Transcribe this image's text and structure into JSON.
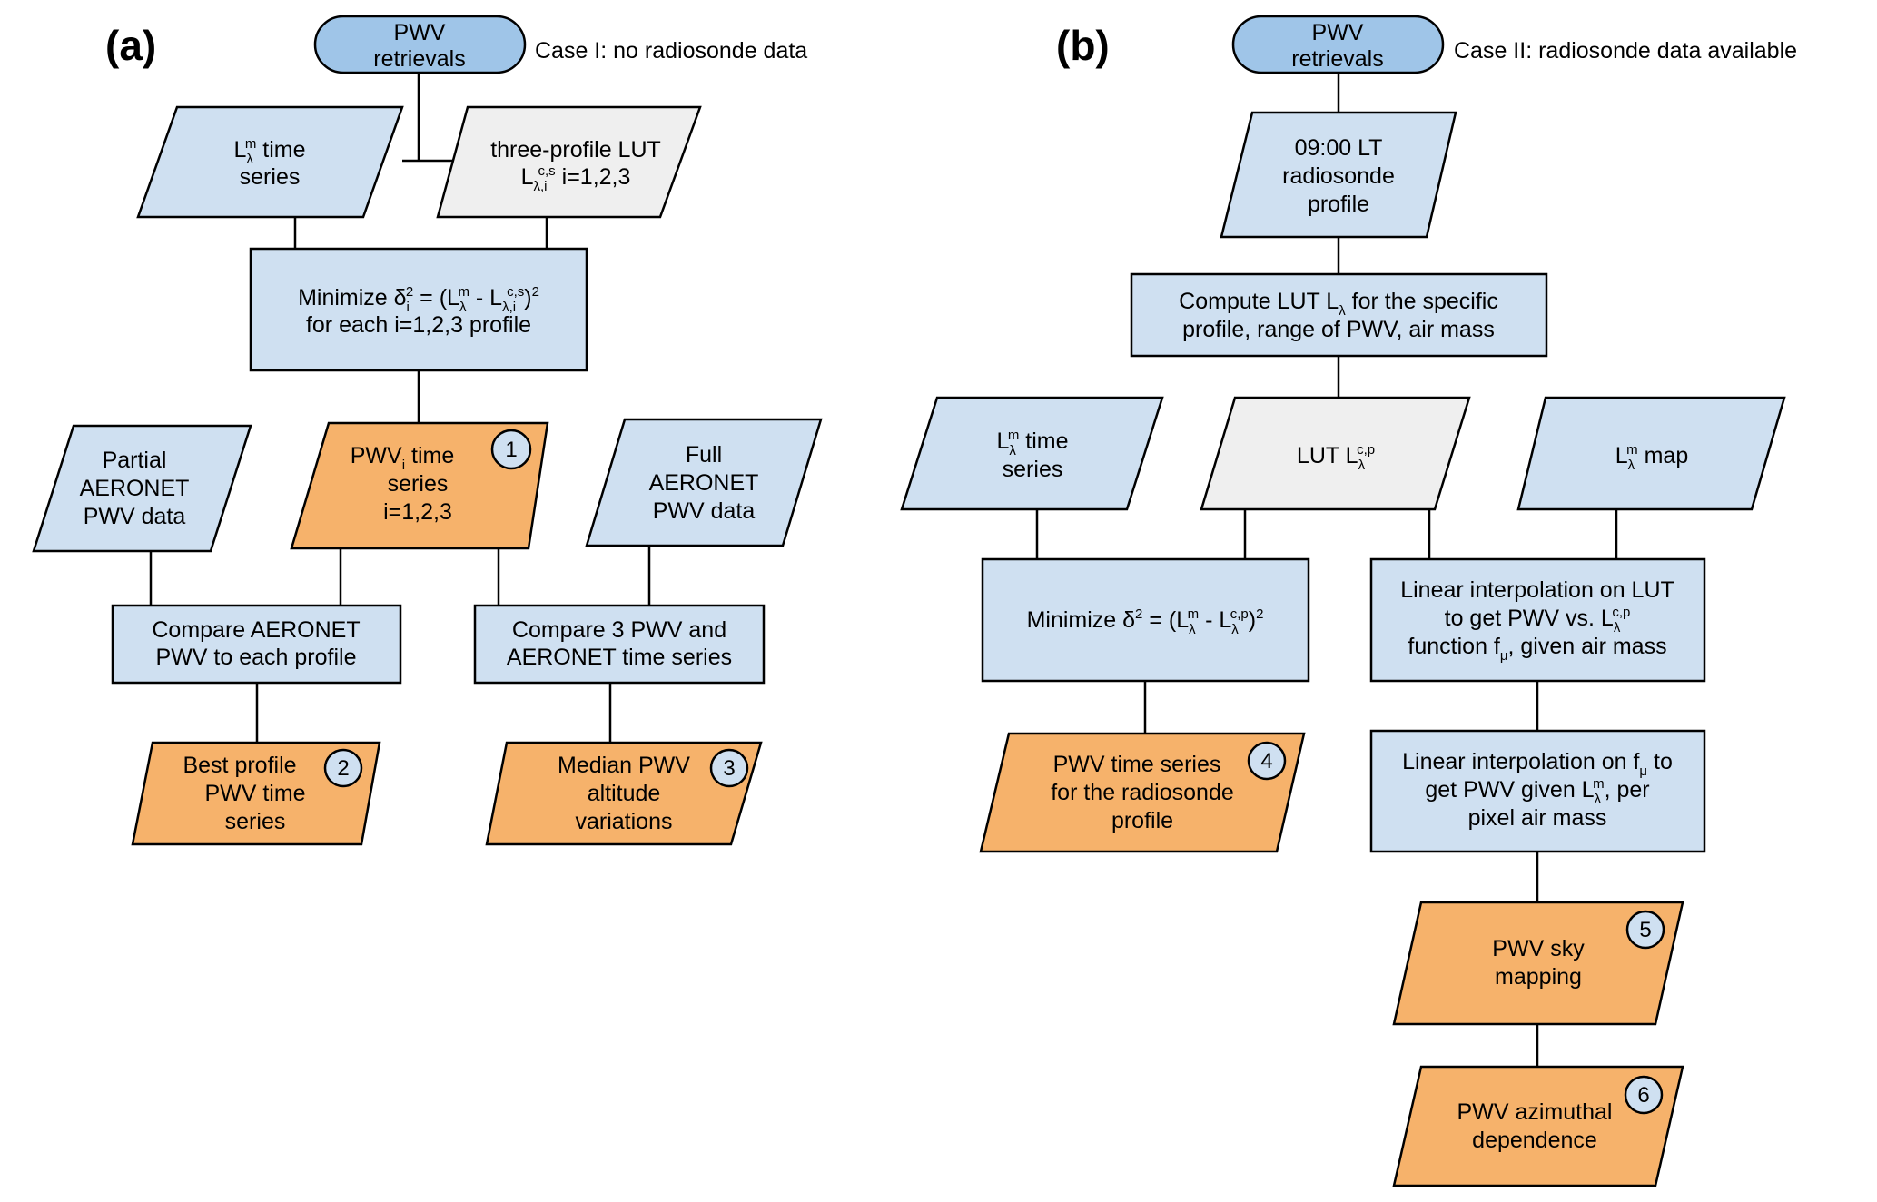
{
  "colors": {
    "input_blue": "#cfe0f1",
    "terminal_blue": "#9fc5e8",
    "lut_grey": "#efefef",
    "output_orange": "#f6b26b",
    "badge_fill": "#cfe0f1",
    "line": "#000000"
  },
  "panel_a": {
    "label": "(a)",
    "start": "PWV retrievals",
    "case_label": "Case I: no radiosonde data",
    "time_series": "time series",
    "lut": "three-profile LUT",
    "lut_index": "i=1,2,3",
    "minimize_tail": "for each i=1,2,3 profile",
    "pwv_i_head": "PWV",
    "pwv_i_tail": "time series i=1,2,3",
    "partial": "Partial AERONET PWV data",
    "full": "Full AERONET PWV data",
    "compare_aeronet": "Compare AERONET PWV to each profile",
    "compare_3": "Compare 3 PWV and AERONET time series",
    "best_profile": "Best profile PWV time series",
    "median": "Median PWV altitude variations"
  },
  "panel_b": {
    "label": "(b)",
    "start": "PWV retrievals",
    "case_label": "Case II: radiosonde data available",
    "radiosonde": "09:00 LT radiosonde profile",
    "compute_lut": "profile, range of PWV, air mass",
    "time_series": "time series",
    "lut": "LUT",
    "map": "map",
    "pwv_radiosonde": "PWV time series for the radiosonde profile",
    "interp1_head": "Linear interpolation on LUT",
    "interp1_mid": "to get PWV vs.",
    "interp1_tail": ", given air mass",
    "interp2_tail": "pixel air mass",
    "sky": "PWV sky mapping",
    "azimuthal": "PWV azimuthal dependence"
  },
  "badges": [
    "1",
    "2",
    "3",
    "4",
    "5",
    "6"
  ]
}
